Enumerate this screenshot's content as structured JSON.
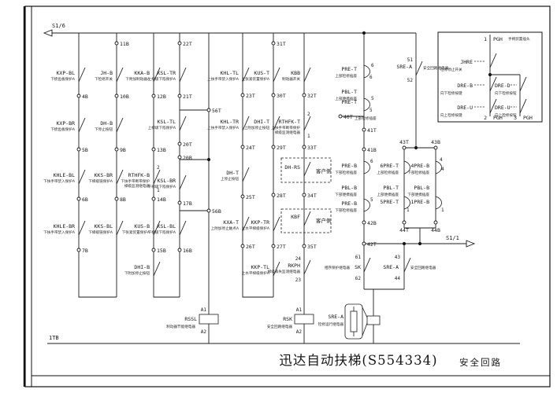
{
  "title": {
    "main": "迅达自动扶梯(S554334)",
    "sub": "安全回路"
  },
  "markers": {
    "source": "S1/6",
    "dest": "S1/1",
    "bottom_bus": "1TB"
  },
  "schematic": {
    "terminals": [
      [
        100,
        122,
        "4B"
      ],
      [
        100,
        190,
        "5B"
      ],
      [
        100,
        253,
        "6B"
      ],
      [
        100,
        318,
        "7B"
      ],
      [
        148,
        55,
        "11B"
      ],
      [
        148,
        122,
        "10B"
      ],
      [
        148,
        190,
        "9B"
      ],
      [
        148,
        253,
        "8B"
      ],
      [
        195,
        122,
        "12B"
      ],
      [
        195,
        190,
        "13B"
      ],
      [
        195,
        253,
        "14B"
      ],
      [
        195,
        318,
        "15B"
      ],
      [
        228,
        55,
        "22T"
      ],
      [
        228,
        122,
        "21T"
      ],
      [
        228,
        183,
        "20T"
      ],
      [
        228,
        200,
        "20B"
      ],
      [
        228,
        258,
        "17B"
      ],
      [
        228,
        318,
        "16B"
      ],
      [
        265,
        140,
        "56T"
      ],
      [
        265,
        268,
        "56B"
      ],
      [
        308,
        121,
        "23T"
      ],
      [
        308,
        187,
        "24T"
      ],
      [
        308,
        250,
        "25T"
      ],
      [
        308,
        313,
        "26T"
      ],
      [
        347,
        55,
        "31T"
      ],
      [
        347,
        121,
        "30T"
      ],
      [
        347,
        187,
        "29T"
      ],
      [
        347,
        248,
        "28T"
      ],
      [
        347,
        313,
        "27T"
      ],
      [
        386,
        121,
        "32T"
      ],
      [
        386,
        187,
        "33T"
      ],
      [
        386,
        248,
        "34T"
      ],
      [
        386,
        313,
        "35T"
      ],
      [
        432,
        148,
        "40T"
      ],
      [
        462,
        165,
        "41T"
      ],
      [
        462,
        190,
        "41B"
      ],
      [
        462,
        283,
        "42B"
      ],
      [
        462,
        310,
        "42T"
      ],
      [
        513,
        188,
        "43T",
        "a"
      ],
      [
        553,
        188,
        "43B",
        "a"
      ],
      [
        513,
        283,
        "44T",
        "b"
      ],
      [
        553,
        283,
        "44B",
        "b"
      ]
    ],
    "contacts": [
      [
        100,
        88,
        "KXP-BL",
        "下梳齿板保护A"
      ],
      [
        100,
        152,
        "KXP-BR",
        "下梳齿板保护A"
      ],
      [
        100,
        218,
        "KHLE-BL",
        "下扶手带禁入保护A"
      ],
      [
        100,
        283,
        "KHLE-BR",
        "下扶手带禁入保护A"
      ],
      [
        148,
        88,
        "JH-B",
        "下检修开关"
      ],
      [
        148,
        152,
        "DH-B",
        "下停止按钮"
      ],
      [
        148,
        218,
        "KKS-BR",
        "下梯级链保护A"
      ],
      [
        148,
        283,
        "KKS-BL",
        "下梯级链保护A"
      ],
      [
        195,
        88,
        "KKA-B",
        "下附加制动器A"
      ],
      [
        195,
        218,
        "RTHFK-B",
        "下扶手带断带保护",
        "梯级监测继电器"
      ],
      [
        195,
        283,
        "KUS-B",
        "下张紧装置保护A"
      ],
      [
        195,
        335,
        "DHI-B",
        "下附加停止按钮"
      ],
      [
        228,
        88,
        "KSL-TR",
        "上梯级下陷保护A"
      ],
      [
        228,
        150,
        "KSL-TL",
        "上梯级下陷保护A"
      ],
      [
        228,
        225,
        "KSL-BR",
        "下梯级下陷保护A"
      ],
      [
        228,
        283,
        "KSL-BL",
        "下梯级下陷保护A"
      ],
      [
        308,
        88,
        "KHL-TL",
        "上扶手带禁入保护A"
      ],
      [
        308,
        150,
        "KHL-TR",
        "上扶手带禁入保护A"
      ],
      [
        308,
        215,
        "DH-T",
        "上停止按钮"
      ],
      [
        308,
        278,
        "KXA-T",
        "上附加停止触点A"
      ],
      [
        347,
        88,
        "KUS-T",
        "上张紧装置保护A"
      ],
      [
        347,
        150,
        "DHI-T",
        "上附加停止按钮"
      ],
      [
        347,
        278,
        "KKP-TR",
        "上水平梯级保护A"
      ],
      [
        347,
        335,
        "KKP-TL",
        "上水平梯级保护A"
      ],
      [
        386,
        88,
        "KBB",
        "制动器开关"
      ],
      [
        386,
        150,
        "RTHFK-T",
        "上扶手带断带保护",
        "梯级监测继电器"
      ],
      [
        386,
        208,
        "DH-RS",
        ""
      ],
      [
        386,
        271,
        "KBF",
        ""
      ],
      [
        386,
        333,
        "RKPH",
        "梯级丢失监测继电器"
      ],
      [
        462,
        330,
        "",
        ""
      ],
      [
        513,
        330,
        "",
        ""
      ],
      [
        528,
        80,
        "",
        ""
      ],
      [
        622,
        70,
        "",
        ""
      ],
      [
        622,
        100,
        "",
        ""
      ],
      [
        622,
        128,
        "",
        ""
      ],
      [
        660,
        100,
        "",
        ""
      ],
      [
        660,
        128,
        "",
        ""
      ]
    ],
    "texts": [
      [
        453,
        90,
        "PRE-T",
        "e",
        "l"
      ],
      [
        453,
        98,
        "上部检修插座",
        "e",
        "n"
      ],
      [
        471,
        85,
        "6",
        "s",
        "p"
      ],
      [
        469,
        100,
        "6",
        "s",
        "p"
      ],
      [
        453,
        119,
        "PBL-T",
        "e",
        "l"
      ],
      [
        453,
        127,
        "上部便携插座",
        "e",
        "n"
      ],
      [
        453,
        132,
        "PRE-T",
        "e",
        "l"
      ],
      [
        471,
        127,
        "5",
        "s",
        "p"
      ],
      [
        469,
        142,
        "5",
        "s",
        "p"
      ],
      [
        450,
        152,
        "上部检修插座",
        "s",
        "n"
      ],
      [
        453,
        213,
        "PRE-B",
        "e",
        "l"
      ],
      [
        470,
        207,
        "6",
        "s",
        "p"
      ],
      [
        453,
        221,
        "下部检修插座",
        "e",
        "n"
      ],
      [
        453,
        241,
        "PBL-B",
        "e",
        "l"
      ],
      [
        453,
        249,
        "下部便携插座",
        "e",
        "n"
      ],
      [
        453,
        261,
        "PRE-B",
        "e",
        "l"
      ],
      [
        470,
        256,
        "5",
        "s",
        "p"
      ],
      [
        453,
        269,
        "下部检修插座",
        "e",
        "n"
      ],
      [
        506,
        213,
        "6PRE-T",
        "e",
        "l"
      ],
      [
        506,
        221,
        "上部检修插座",
        "e",
        "n"
      ],
      [
        506,
        241,
        "PBL-T",
        "e",
        "l"
      ],
      [
        506,
        249,
        "上部便携插座",
        "e",
        "n"
      ],
      [
        506,
        259,
        "5PRE-T",
        "e",
        "l"
      ],
      [
        516,
        269,
        "1",
        "s",
        "p"
      ],
      [
        545,
        213,
        "4PRE-B",
        "e",
        "l"
      ],
      [
        558,
        205,
        "4",
        "s",
        "p"
      ],
      [
        560,
        217,
        "4",
        "s",
        "p"
      ],
      [
        545,
        221,
        "下部检修插座",
        "e",
        "n"
      ],
      [
        545,
        241,
        "PBL-B",
        "e",
        "l"
      ],
      [
        545,
        249,
        "下部便携插座",
        "e",
        "n"
      ],
      [
        545,
        259,
        "1PRE-B",
        "e",
        "l"
      ],
      [
        560,
        269,
        "1",
        "s",
        "p"
      ],
      [
        523,
        87,
        "SRE-A",
        "e",
        "l"
      ],
      [
        537,
        88,
        "安全回路继电器",
        "s",
        "n"
      ],
      [
        524,
        78,
        "51",
        "e",
        "p"
      ],
      [
        524,
        104,
        "52",
        "e",
        "p"
      ],
      [
        444,
        342,
        "相序保护继电器",
        "e",
        "n"
      ],
      [
        458,
        342,
        "SK",
        "e",
        "l"
      ],
      [
        458,
        329,
        "61",
        "e",
        "p"
      ],
      [
        458,
        356,
        "62",
        "e",
        "p"
      ],
      [
        506,
        342,
        "SRE-A",
        "e",
        "l"
      ],
      [
        521,
        342,
        "安全回路继电器",
        "s",
        "n"
      ],
      [
        508,
        329,
        "43",
        "e",
        "p"
      ],
      [
        508,
        356,
        "44",
        "e",
        "p"
      ],
      [
        382,
        331,
        "24",
        "e",
        "p"
      ],
      [
        382,
        358,
        "23",
        "e",
        "p"
      ],
      [
        199,
        215,
        "2",
        "s",
        "p"
      ],
      [
        199,
        244,
        "1",
        "s",
        "p"
      ],
      [
        390,
        147,
        "2",
        "s",
        "p"
      ],
      [
        390,
        175,
        "1",
        "s",
        "p"
      ],
      [
        401,
        220,
        "客户侧",
        "s",
        "l"
      ],
      [
        401,
        283,
        "客户侧",
        "s",
        "l"
      ],
      [
        250,
        408,
        "RSSL",
        "e",
        "l"
      ],
      [
        248,
        417,
        "制动器节能继电器",
        "e",
        "n"
      ],
      [
        262,
        396,
        "A1",
        "e",
        "p"
      ],
      [
        262,
        424,
        "A2",
        "e",
        "p"
      ],
      [
        371,
        408,
        "RSK",
        "e",
        "l"
      ],
      [
        371,
        417,
        "安全回路继电器",
        "e",
        "n"
      ],
      [
        383,
        396,
        "A1",
        "e",
        "p"
      ],
      [
        383,
        424,
        "A2",
        "e",
        "p"
      ],
      [
        436,
        405,
        "SRE-A",
        "e",
        "l"
      ],
      [
        436,
        414,
        "检修运行继电器",
        "e",
        "n"
      ],
      [
        618,
        52,
        "1",
        "e",
        "l"
      ],
      [
        626,
        52,
        "PGH",
        "s",
        "l"
      ],
      [
        645,
        51,
        "手柄装置插头",
        "s",
        "n"
      ],
      [
        600,
        81,
        "JHRE",
        "e",
        "l"
      ],
      [
        559,
        90,
        "检修停止开关",
        "s",
        "n"
      ],
      [
        600,
        111,
        "DRE-B",
        "e",
        "l"
      ],
      [
        559,
        120,
        "向下检修按键",
        "s",
        "n"
      ],
      [
        600,
        139,
        "DRE-U",
        "e",
        "l"
      ],
      [
        559,
        148,
        "向上检修按键",
        "s",
        "n"
      ],
      [
        628,
        111,
        "DRE-D",
        "s",
        "l"
      ],
      [
        628,
        120,
        "向下检修按钮",
        "s",
        "n"
      ],
      [
        628,
        139,
        "DRE-U",
        "s",
        "l"
      ],
      [
        628,
        148,
        "向上检修按钮",
        "s",
        "n"
      ],
      [
        618,
        152,
        "2",
        "e",
        "l"
      ],
      [
        626,
        152,
        "PGH",
        "s",
        "l"
      ],
      [
        656,
        152,
        "3",
        "e",
        "l"
      ],
      [
        664,
        152,
        "PGH",
        "s",
        "l"
      ]
    ]
  }
}
